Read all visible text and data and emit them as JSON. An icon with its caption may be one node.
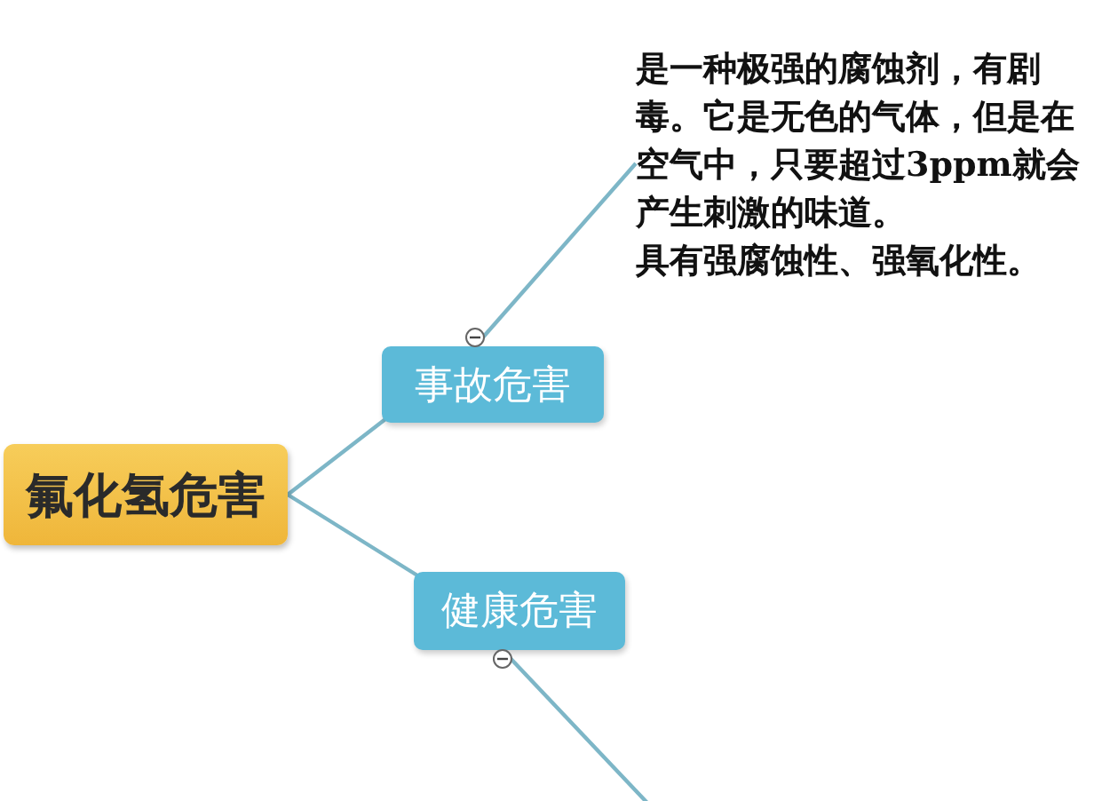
{
  "diagram": {
    "nodes": [
      {
        "text": [
          "氟化氢危害"
        ]
      },
      {
        "text": [
          "事故危害"
        ]
      },
      {
        "text": [
          "健康危害"
        ]
      },
      {
        "text": [
          "是一种极强的腐蚀剂，有剧毒。它是无色的气体，但是在空气中，只要超过3ppm就会产生刺激的味道。",
          "具有强腐蚀性、强氧化性。"
        ]
      }
    ],
    "edges": [
      {
        "from": 0,
        "to": 1,
        "arrow": "none"
      },
      {
        "from": 0,
        "to": 2,
        "arrow": "none"
      },
      {
        "from": 1,
        "to": 3,
        "arrow": "none"
      },
      {
        "from": 2,
        "to": null,
        "arrow": "none"
      }
    ]
  }
}
